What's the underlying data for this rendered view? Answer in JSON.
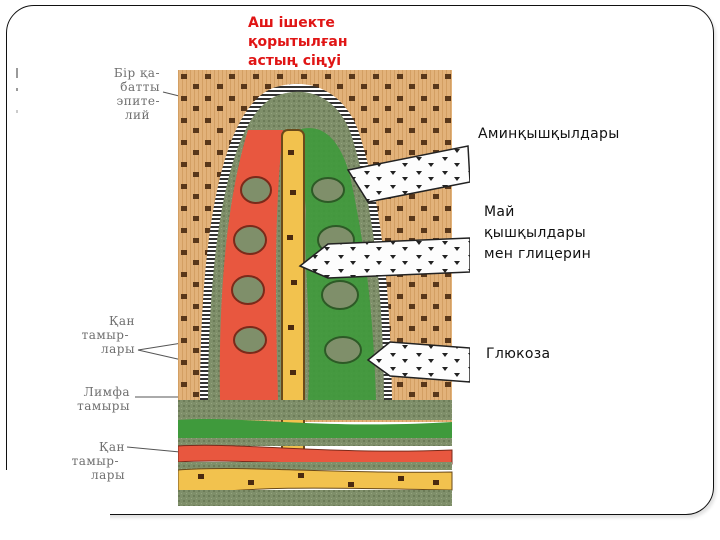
{
  "title": {
    "lines": [
      "Аш ішекте",
      "қорытылған",
      "астың сіңуі"
    ],
    "color": "#e01515"
  },
  "left_labels": {
    "epithelium": [
      "Бір қа-",
      "батты",
      "эпите-",
      "лий"
    ],
    "blood_vessels_upper": [
      "Қан",
      "тамыр-",
      "лары"
    ],
    "lymph_vessel": [
      "Лимфа",
      "тамыры"
    ],
    "blood_vessels_lower": [
      "Қан",
      "тамыр-",
      "лары"
    ]
  },
  "right_labels": {
    "amino_acids": "Аминқышқылдары",
    "fatty_acids": [
      "Май",
      "қышқылдары",
      "мен глицерин"
    ],
    "glucose": "Глюкоза"
  },
  "colors": {
    "tissue_tan": "#e2b27a",
    "blood_red": "#e8573f",
    "lymph_yellow": "#f2c24e",
    "lymph_green": "#3f9a3c",
    "stroma_gray_green": "#7f8f6a",
    "dot_brown": "#4a2a10"
  }
}
